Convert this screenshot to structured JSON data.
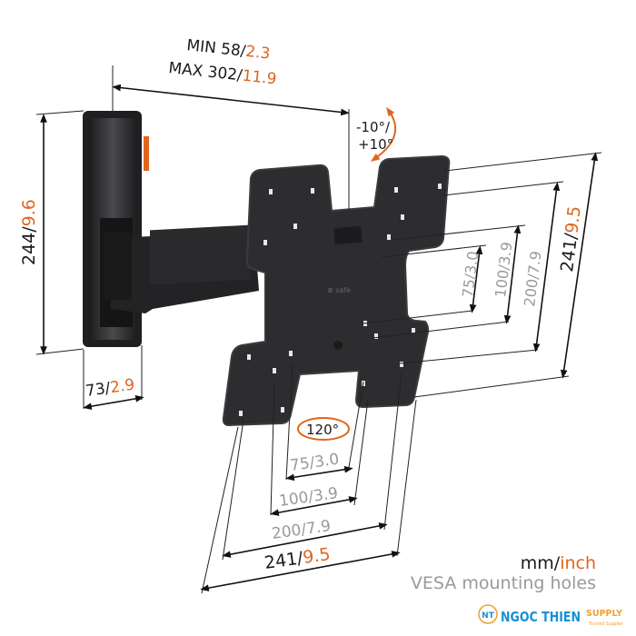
{
  "depth": {
    "min_label": "MIN 58/",
    "min_inch": "2.3",
    "max_label": "MAX 302/",
    "max_inch": "11.9"
  },
  "tilt": {
    "line1": "-10°/",
    "line2": "+10°"
  },
  "wall_plate": {
    "height_mm": "244/",
    "height_inch": "9.6",
    "width_mm": "73/",
    "width_inch": "2.9"
  },
  "vesa_vertical": [
    {
      "label": "75/3.0"
    },
    {
      "label": "100/3.9"
    },
    {
      "label": "200/7.9"
    },
    {
      "mm": "241/",
      "inch": "9.5"
    }
  ],
  "swivel": "120°",
  "vesa_horizontal": [
    {
      "mm": "75/",
      "inch": "3.0"
    },
    {
      "mm": "100/",
      "inch": "3.9"
    },
    {
      "mm": "200/",
      "inch": "7.9"
    },
    {
      "mm": "241/",
      "inch": "9.5"
    }
  ],
  "legend": {
    "mm": "mm/",
    "inch": "inch",
    "caption": "VESA mounting holes"
  },
  "watermark": {
    "badge": "NT",
    "name": "NGOC THIEN",
    "supply": "SUPPLY",
    "tagline": "Trusted Supplier"
  },
  "colors": {
    "accent": "#e0651e",
    "bracket": "#2b2b2d",
    "gray": "#9a9a9a"
  }
}
